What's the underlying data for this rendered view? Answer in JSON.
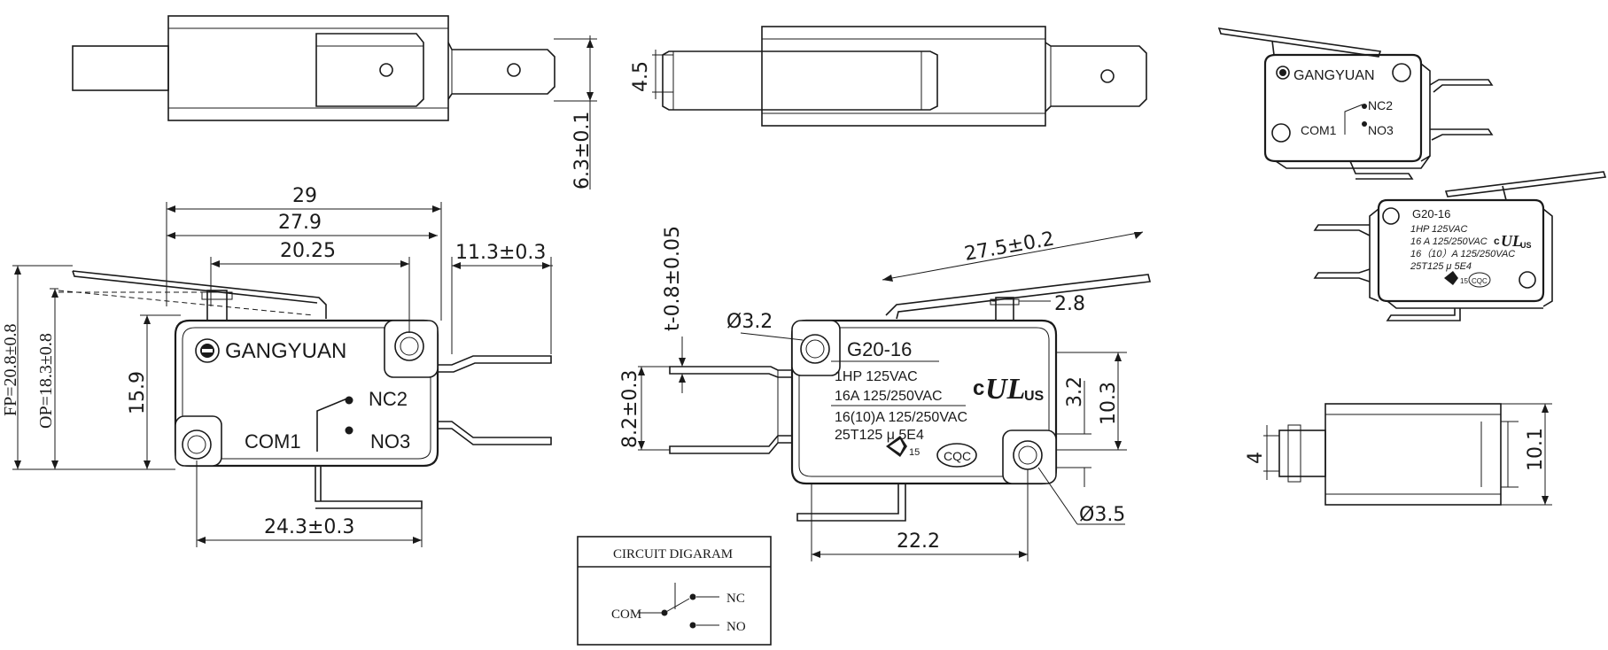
{
  "brand": "GANGYUAN",
  "model": "G20-16",
  "ratings": [
    "1HP 125VAC",
    "16A 125/250VAC",
    "16(10)A 125/250VAC",
    "25T125 μ 5E4"
  ],
  "iso_ratings": [
    "1HP 125VAC",
    "16 A 125/250VAC",
    "16（10）A 125/250VAC",
    "25T125 μ 5E4"
  ],
  "cert": {
    "ul_c": "c",
    "ul_mark": "UL",
    "ul_us": "US",
    "cqc": "CQC",
    "ccc_num": "15"
  },
  "terminals": {
    "com": "COM1",
    "nc": "NC2",
    "no": "NO3"
  },
  "dims": {
    "top_height": "6.3±0.1",
    "top2_pin": "4.5",
    "front_29": "29",
    "front_279": "27.9",
    "front_2025": "20.25",
    "front_113": "11.3±0.3",
    "front_fp": "FP=20.8±0.8",
    "front_op": "OP=18.3±0.8",
    "front_159": "15.9",
    "front_243": "24.3±0.3",
    "back_t": "t-0.8±0.05",
    "back_phi32": "Ø3.2",
    "back_275": "27.5±0.2",
    "back_28": "2.8",
    "back_82": "8.2±0.3",
    "back_32": "3.2",
    "back_103": "10.3",
    "back_222": "22.2",
    "back_phi35": "Ø3.5",
    "side_4": "4",
    "side_101": "10.1"
  },
  "circuit": {
    "title": "CIRCUIT DIGARAM",
    "com": "COM",
    "nc": "NC",
    "no": "NO"
  }
}
